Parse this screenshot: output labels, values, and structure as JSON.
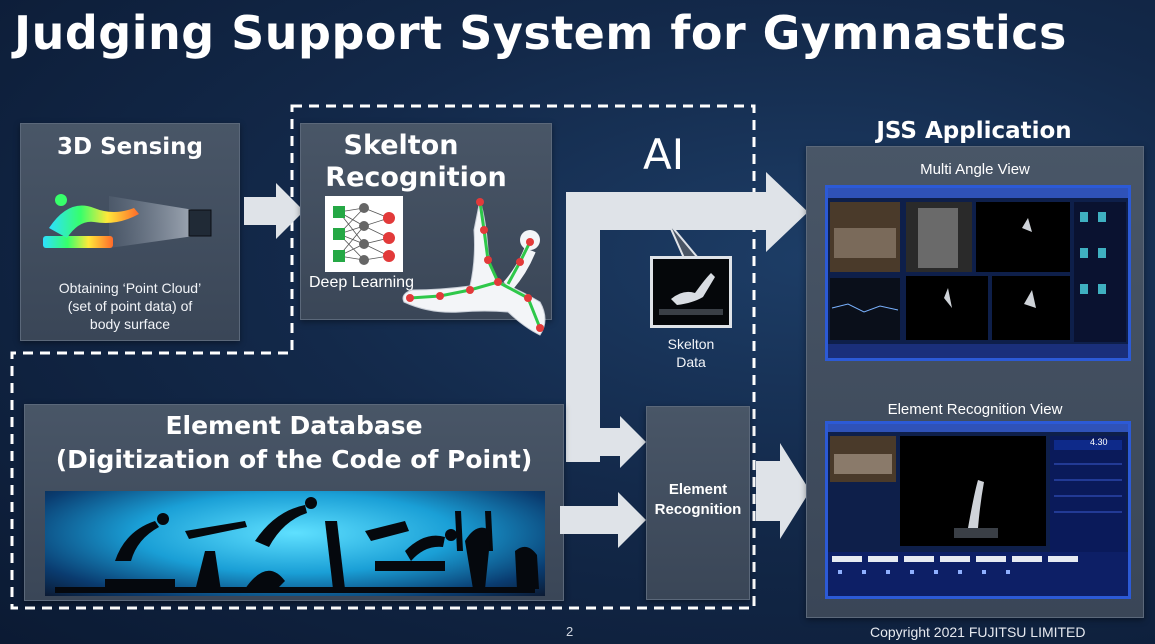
{
  "title": "Judging Support System for Gymnastics",
  "sensing": {
    "title": "3D Sensing",
    "caption_line1": "Obtaining ‘Point Cloud’",
    "caption_line2": "(set of point data) of",
    "caption_line3": "body surface"
  },
  "skeleton": {
    "title_line1": "Skelton",
    "title_line2": "Recognition",
    "deep_learning_label": "Deep Learning"
  },
  "ai_label": "AI",
  "skeleton_data": {
    "line1": "Skelton",
    "line2": "Data"
  },
  "database": {
    "title_line1": "Element Database",
    "title_line2": "(Digitization of the Code of Point)"
  },
  "element_recognition": {
    "line1": "Element",
    "line2": "Recognition"
  },
  "jss": {
    "title": "JSS Application",
    "multi_angle_label": "Multi Angle View",
    "element_view_label": "Element Recognition View",
    "score_value": "4.30"
  },
  "footer": {
    "page_number": "2",
    "copyright": "Copyright 2021 FUJITSU LIMITED"
  },
  "colors": {
    "arrow": "#dfe3e8",
    "panel": "#455265",
    "screen_border": "#2c5ad6",
    "database_glow": "#27b7e8"
  }
}
